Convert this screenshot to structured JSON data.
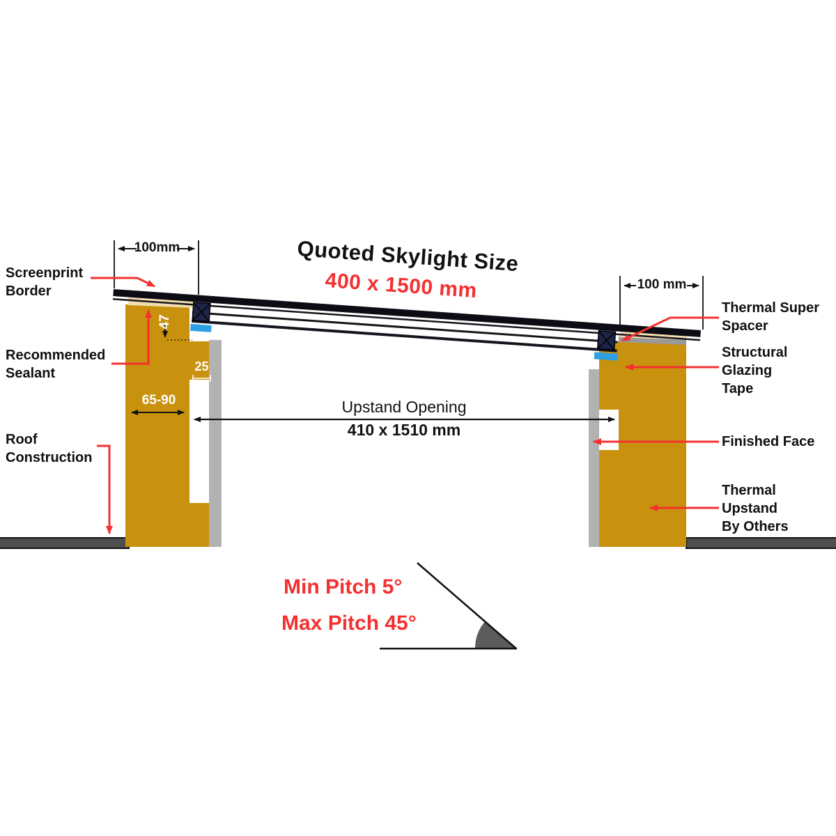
{
  "title": {
    "heading": "Quoted Skylight Size",
    "size": "400 x 1500 mm"
  },
  "dimensions": {
    "left_overhang": "100mm",
    "right_overhang": "100 mm",
    "glass_unit_thickness": "47",
    "tape_shelf": "25",
    "upstand_wall": "65-90",
    "opening_label": "Upstand Opening",
    "opening_size": "410 x 1510 mm"
  },
  "callouts": {
    "screenprint_border": {
      "line1": "Screenprint",
      "line2": "Border"
    },
    "recommended_sealant": {
      "line1": "Recommended",
      "line2": "Sealant"
    },
    "roof_construction": {
      "line1": "Roof",
      "line2": "Construction"
    },
    "thermal_super_spacer": {
      "line1": "Thermal Super",
      "line2": "Spacer"
    },
    "structural_glazing_tape": {
      "line1": "Structural",
      "line2": "Glazing",
      "line3": "Tape"
    },
    "finished_face": {
      "line1": "Finished Face"
    },
    "thermal_upstand": {
      "line1": "Thermal",
      "line2": "Upstand",
      "line3": "By Others"
    }
  },
  "pitch": {
    "min": "Min Pitch 5°",
    "max": "Max Pitch 45°"
  },
  "colors": {
    "accent_red": "#f43030",
    "upstand_gold": "#c8920e",
    "finished_face_gray": "#b2b2b2",
    "roof_gray": "#4f4f4f",
    "spacer_navy": "#1d2547",
    "tape_blue": "#2e9fe1",
    "sealant_cream": "#f2ddae",
    "glass_black": "#0c0c14"
  }
}
